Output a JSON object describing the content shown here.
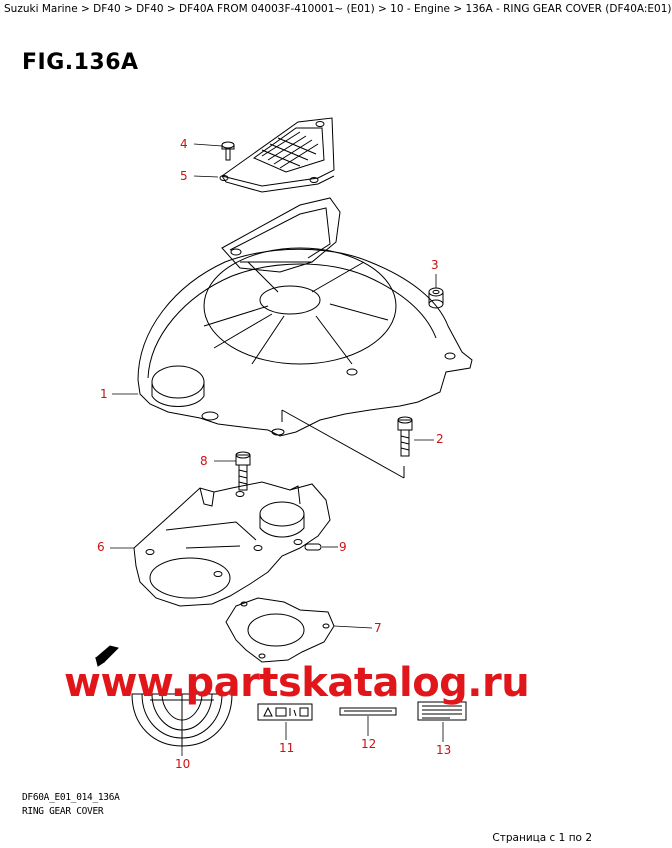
{
  "breadcrumb": "Suzuki Marine > DF40 > DF40 > DF40A FROM 04003F-410001~ (E01) > 10 - Engine > 136A - RING GEAR COVER (DF40A:E01)",
  "figure_title": "FIG.136A",
  "callouts": [
    "1",
    "2",
    "3",
    "4",
    "5",
    "6",
    "7",
    "8",
    "9",
    "10",
    "11",
    "12",
    "13"
  ],
  "watermark": "www.partskatalog.ru",
  "footer": {
    "code": "DF60A_E01_014_136A",
    "name": "RING GEAR COVER"
  },
  "pagination": "Страница с 1 по 2",
  "colors": {
    "callout": "#cc1111",
    "watermark": "#e0161b",
    "line": "#000000"
  }
}
